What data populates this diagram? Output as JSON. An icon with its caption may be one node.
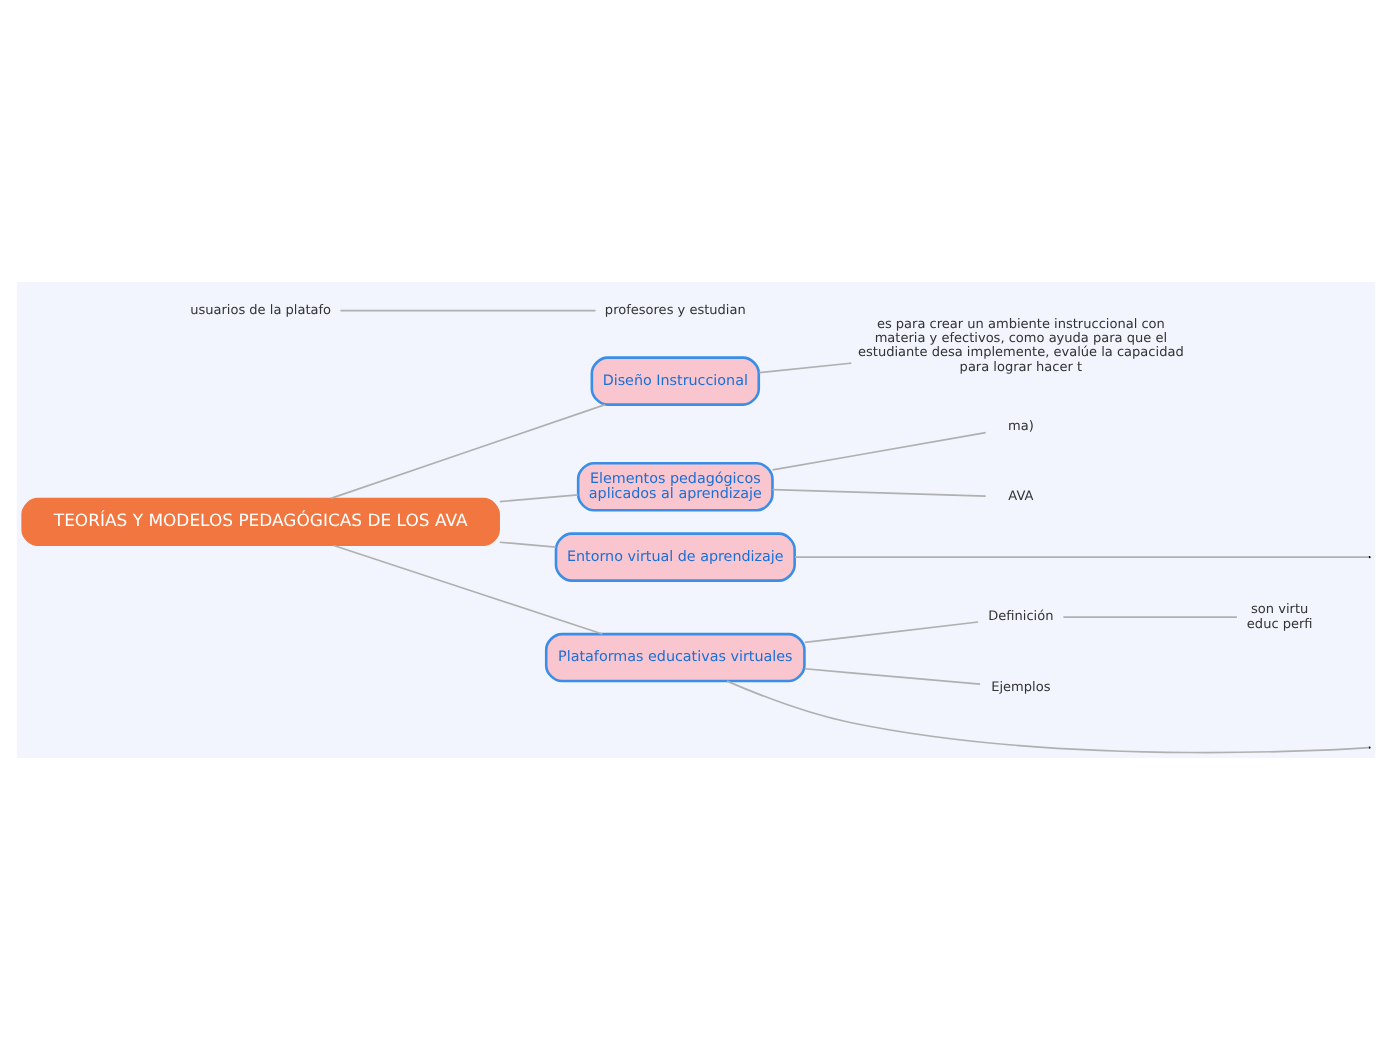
{
  "diagram": {
    "nodes": [
      {
        "text": [
          "TEORÍAS Y MODELOS PEDAGÓGICAS DE LOS AVA"
        ]
      },
      {
        "text": [
          "Diseño Instruccional"
        ]
      },
      {
        "text": [
          "es para crear un ambiente instruccional con materia y efectivos, como ayuda para que el estudiante desa implemente, evalúe la capacidad para lograr hacer t"
        ]
      },
      {
        "text": [
          "Elementos pedagógicos aplicados al aprendizaje"
        ]
      },
      {
        "text": [
          "ma)"
        ]
      },
      {
        "text": [
          "AVA"
        ]
      },
      {
        "text": [
          "Entorno virtual de aprendizaje"
        ]
      },
      {
        "text": [
          "Plataformas educativas virtuales"
        ]
      },
      {
        "text": [
          "Definición"
        ]
      },
      {
        "text": [
          "son virtu educ perfi"
        ]
      },
      {
        "text": [
          "usuarios de la platafo"
        ]
      },
      {
        "text": [
          "profesores y estudian"
        ]
      },
      {
        "text": [
          "Ejemplos"
        ]
      }
    ],
    "edges": [
      {
        "from": 0,
        "to": 1,
        "arrow": "none"
      },
      {
        "from": 1,
        "to": 2,
        "arrow": "none"
      },
      {
        "from": 0,
        "to": 3,
        "arrow": "none"
      },
      {
        "from": 3,
        "to": 4,
        "arrow": "none"
      },
      {
        "from": 3,
        "to": 5,
        "arrow": "none"
      },
      {
        "from": 0,
        "to": 6,
        "arrow": "none"
      },
      {
        "from": 6,
        "to": null,
        "arrow": "none"
      },
      {
        "from": 0,
        "to": 7,
        "arrow": "none"
      },
      {
        "from": 7,
        "to": 8,
        "arrow": "none"
      },
      {
        "from": 8,
        "to": 9,
        "arrow": "none"
      },
      {
        "from": 7,
        "to": null,
        "arrow": "none"
      },
      {
        "from": 10,
        "to": 11,
        "arrow": "none"
      },
      {
        "from": 7,
        "to": 12,
        "arrow": "none"
      }
    ]
  }
}
